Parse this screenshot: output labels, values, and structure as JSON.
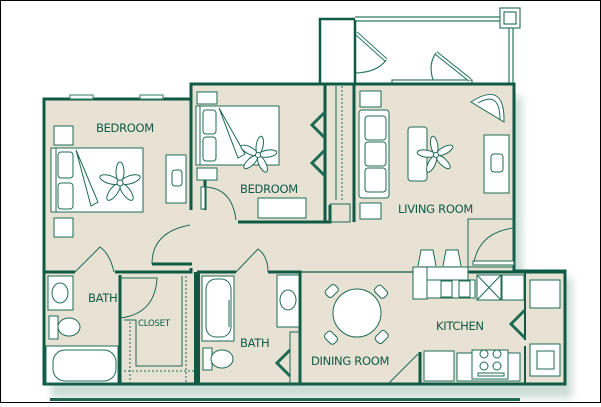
{
  "colors": {
    "wall": "#0f5a44",
    "floor": "#e8e2d4",
    "fixture": "#ffffff",
    "fixture_stroke": "#1d6b53",
    "shadow": "#b9cfc6",
    "border": "#000000"
  },
  "rooms": {
    "bedroom_1": "BEDROOM",
    "bedroom_2": "BEDROOM",
    "living_room": "LIVING ROOM",
    "bath_1": "BATH",
    "closet": "CLOSET",
    "bath_2": "BATH",
    "dining_room": "DINING ROOM",
    "kitchen": "KITCHEN"
  }
}
